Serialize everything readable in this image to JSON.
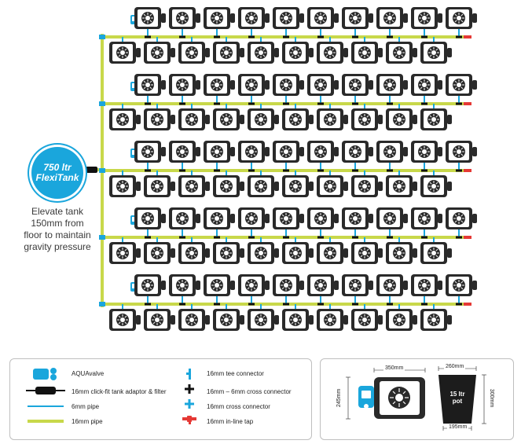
{
  "tank": {
    "line1": "750 ltr",
    "line2": "FlexiTank"
  },
  "note": {
    "line1": "Elevate tank",
    "line2": "150mm from",
    "line3": "floor to maintain",
    "line4": "gravity pressure"
  },
  "legend": {
    "aquavalve": "AQUAvalve",
    "tank_adaptor": "16mm click-fit tank adaptor & filter",
    "pipe6": "6mm pipe",
    "pipe16": "16mm pipe",
    "tee": "16mm tee connector",
    "cross16_6": "16mm – 6mm cross connector",
    "cross16": "16mm cross connector",
    "tap": "16mm in-line tap"
  },
  "dims": {
    "tray_width": "350mm",
    "tray_height": "245mm",
    "pot_top": "260mm",
    "pot_height": "300mm",
    "pot_base": "195mm",
    "pot_label1": "15 ltr",
    "pot_label2": "pot"
  },
  "colors": {
    "pipe16": "#c8d84a",
    "pipe6": "#1aa6dc",
    "tap": "#e53935",
    "module": "#2a2a2a",
    "accent": "#1aa6dc"
  }
}
